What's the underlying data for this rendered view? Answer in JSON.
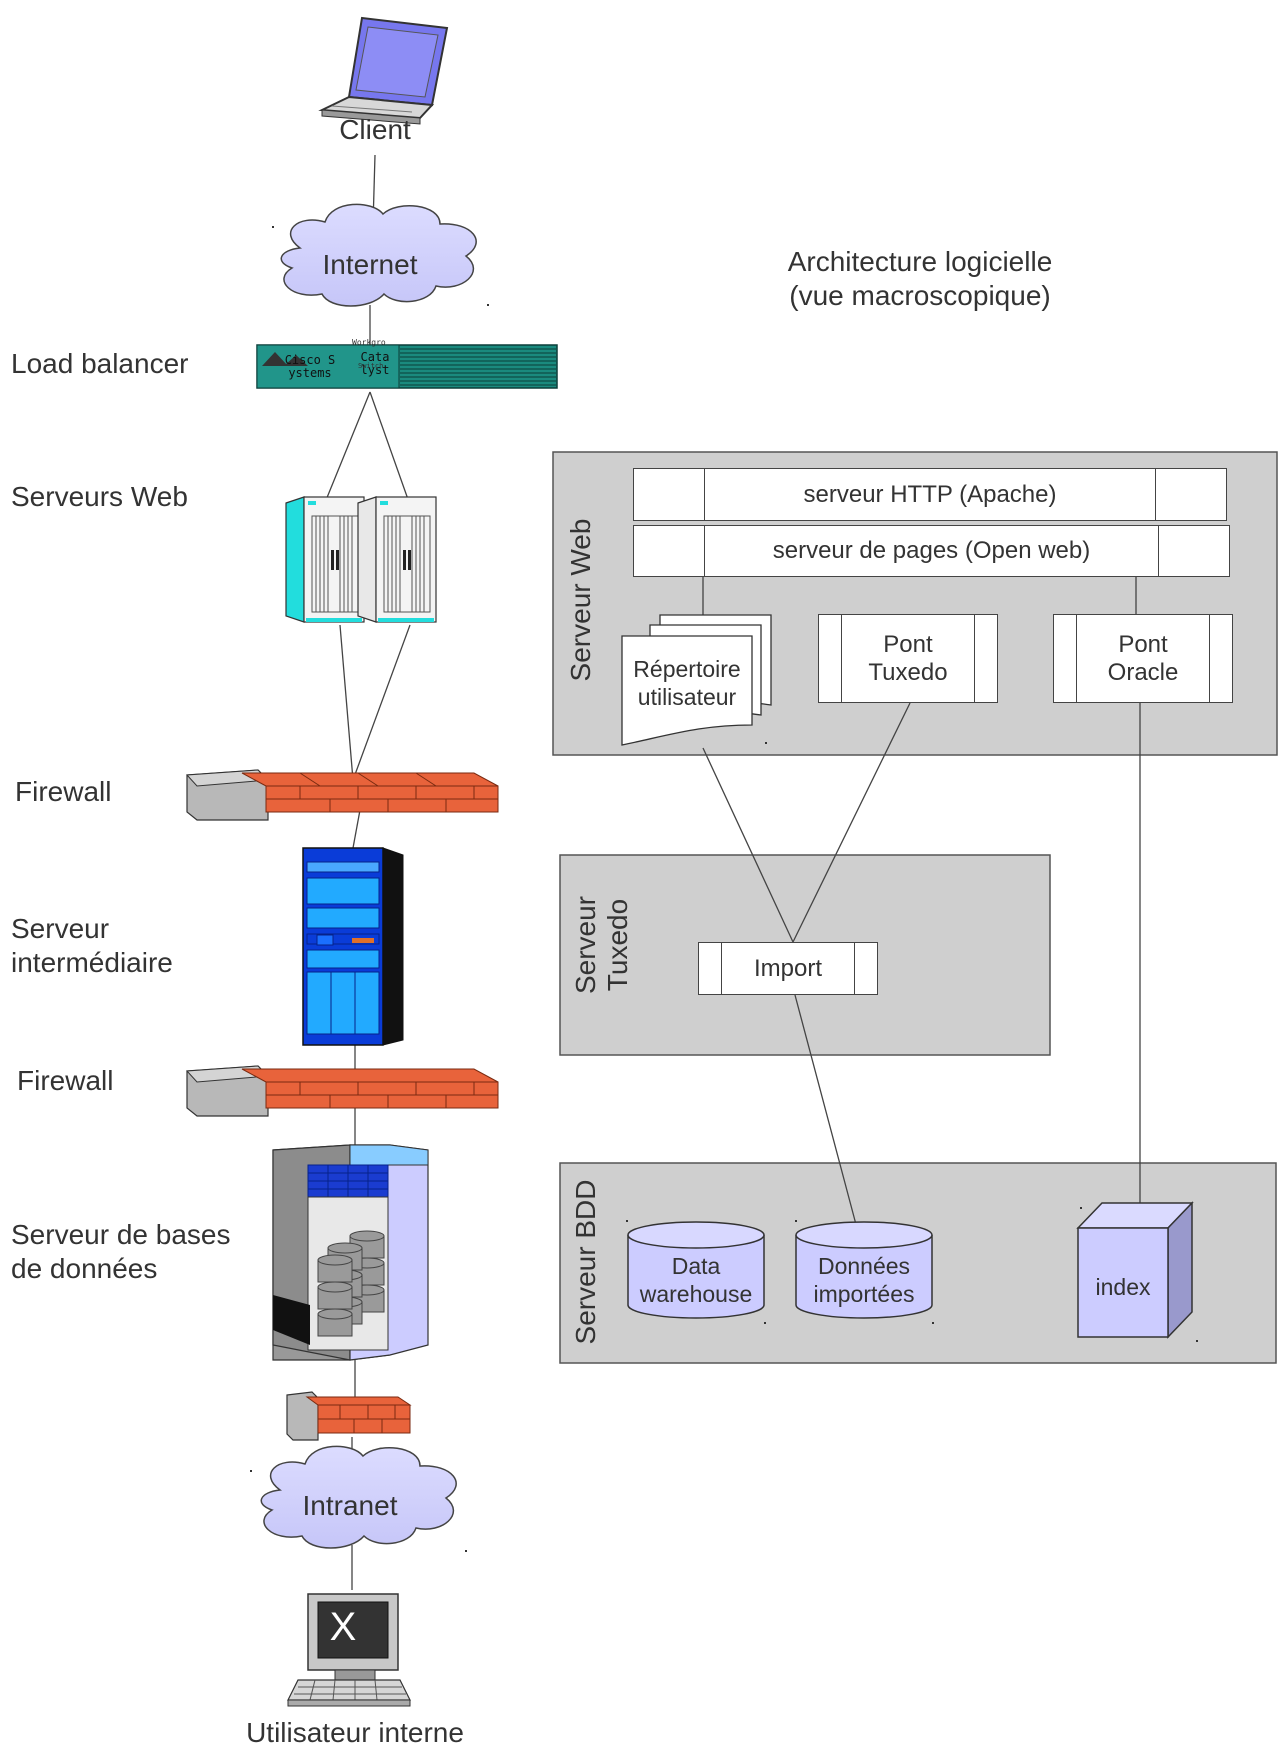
{
  "title": {
    "line1": "Architecture logicielle",
    "line2": "(vue macroscopique)"
  },
  "left_column": {
    "client": "Client",
    "internet": "Internet",
    "load_balancer": "Load balancer",
    "switch_text": {
      "brand1": "Cisco S",
      "brand2": "ystems",
      "model1": "Cata",
      "model2": "lyst",
      "tiny1": "Workgro",
      "tiny2": "Switch"
    },
    "web_servers": "Serveurs Web",
    "firewall_1": "Firewall",
    "middle_server_line1": "Serveur",
    "middle_server_line2": "intermédiaire",
    "firewall_2": "Firewall",
    "db_server_line1": "Serveur de bases",
    "db_server_line2": "de données",
    "intranet": "Intranet",
    "terminal_glyph": "X",
    "internal_user": "Utilisateur interne"
  },
  "web_panel": {
    "label": "Serveur Web",
    "http_server": "serveur HTTP (Apache)",
    "page_server": "serveur de pages (Open web)",
    "user_dir_line1": "Répertoire",
    "user_dir_line2": "utilisateur",
    "tuxedo_bridge_line1": "Pont",
    "tuxedo_bridge_line2": "Tuxedo",
    "oracle_bridge_line1": "Pont",
    "oracle_bridge_line2": "Oracle"
  },
  "tuxedo_panel": {
    "label_line1": "Serveur",
    "label_line2": "Tuxedo",
    "import": "Import"
  },
  "bdd_panel": {
    "label": "Serveur BDD",
    "warehouse_line1": "Data",
    "warehouse_line2": "warehouse",
    "imported_line1": "Données",
    "imported_line2": "importées",
    "index": "index"
  },
  "colors": {
    "panel": "#cfcfcf",
    "cloud": "#ccccff",
    "firewall_brick": "#e8633b",
    "switch": "#1a8a7e",
    "middle_server": "#0a3cd8",
    "cylinder": "#ccccff",
    "index_cube": "#ccccff"
  }
}
